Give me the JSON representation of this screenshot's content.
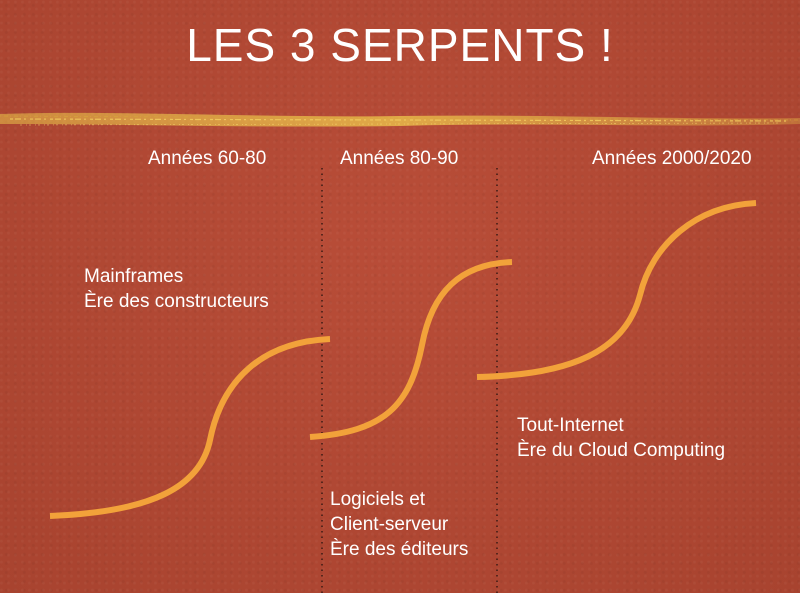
{
  "title": "LES 3 SERPENTS !",
  "colors": {
    "background": "#b34a36",
    "curve": "#f2a23a",
    "divider": "#3a1a14",
    "text": "#ffffff"
  },
  "eras": [
    {
      "heading": "Années 60-80",
      "lines": [
        "Mainframes",
        "Ère des constructeurs"
      ]
    },
    {
      "heading": "Années 80-90",
      "lines": [
        "Logiciels et",
        "Client-serveur",
        "Ère des éditeurs"
      ]
    },
    {
      "heading": "Années 2000/2020",
      "lines": [
        "Tout-Internet",
        "Ère du Cloud Computing"
      ]
    }
  ]
}
